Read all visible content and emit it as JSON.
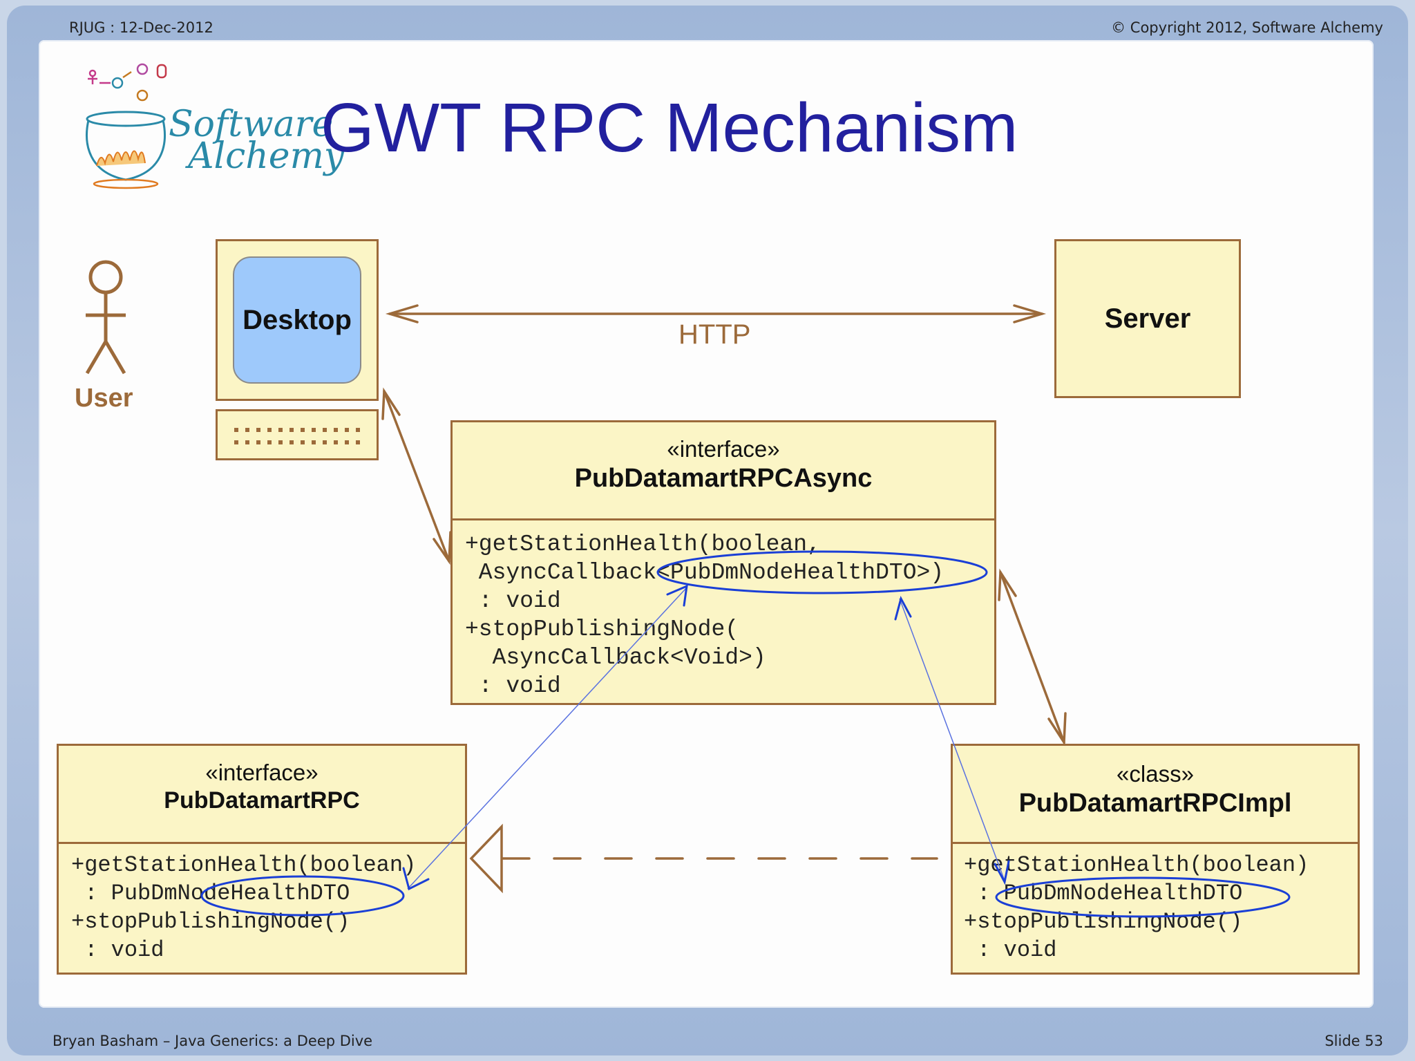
{
  "header": {
    "left": "RJUG : 12-Dec-2012",
    "right": "© Copyright 2012, Software Alchemy"
  },
  "footer": {
    "left": "Bryan Basham – Java Generics: a Deep Dive",
    "right": "Slide 53"
  },
  "logo": {
    "line1": "Software",
    "line2": "Alchemy"
  },
  "title": "GWT RPC Mechanism",
  "actor": {
    "label": "User"
  },
  "desktop": {
    "label": "Desktop"
  },
  "server": {
    "label": "Server"
  },
  "connection": {
    "label": "HTTP"
  },
  "async_interface": {
    "stereotype": "«interface»",
    "name": "PubDatamartRPCAsync",
    "operations": "+getStationHealth(boolean,\n AsyncCallback<PubDmNodeHealthDTO>)\n : void\n+stopPublishingNode(\n  AsyncCallback<Void>)\n : void"
  },
  "rpc_interface": {
    "stereotype": "«interface»",
    "name": "PubDatamartRPC",
    "operations": "+getStationHealth(boolean)\n : PubDmNodeHealthDTO\n+stopPublishingNode()\n : void"
  },
  "impl_class": {
    "stereotype": "«class»",
    "name": "PubDatamartRPCImpl",
    "operations": "+getStationHealth(boolean)\n : PubDmNodeHealthDTO\n+stopPublishingNode()\n : void"
  },
  "colors": {
    "title": "#22209e",
    "box_fill": "#fbf5c6",
    "box_stroke": "#9c6a3a",
    "desktop_screen": "#9ec9fb",
    "annotation_blue": "#1a3fd6"
  }
}
